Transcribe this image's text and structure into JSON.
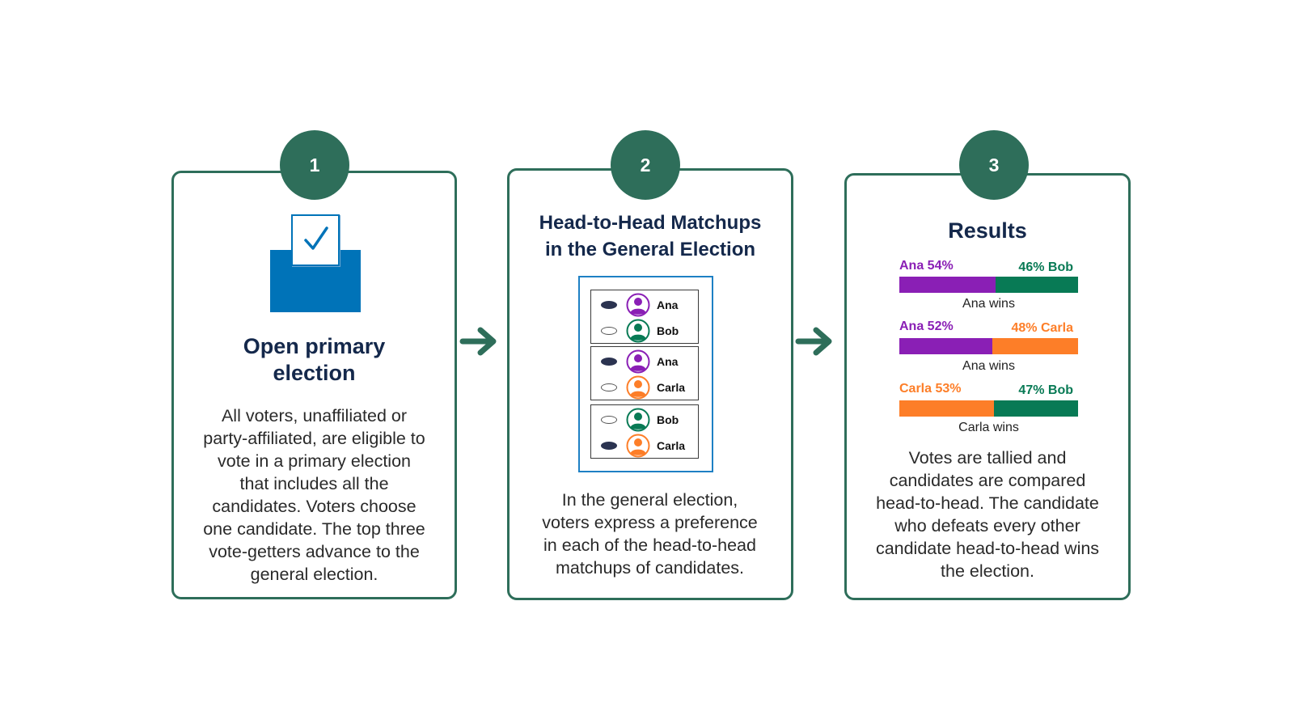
{
  "colors": {
    "frame": "#2e6e5a",
    "title": "#14284b",
    "ana": "#8a1fb5",
    "bob": "#087a55",
    "carla": "#fd7e28",
    "ballot_blue": "#0073b8"
  },
  "step1": {
    "number": "1",
    "title_line1": "Open primary",
    "title_line2": "election",
    "desc_lines": [
      "All voters, unaffiliated or",
      "party-affiliated, are eligible to",
      "vote in a primary election",
      "that includes all the",
      "candidates. Voters choose",
      "one candidate. The top three",
      "vote-getters advance to the",
      "general election."
    ],
    "icon": "ballot-box-icon"
  },
  "step2": {
    "number": "2",
    "title_line1": "Head-to-Head Matchups",
    "title_line2": "in the General Election",
    "matchups": [
      [
        {
          "name": "Ana",
          "selected": true,
          "color": "#8a1fb5"
        },
        {
          "name": "Bob",
          "selected": false,
          "color": "#087a55"
        }
      ],
      [
        {
          "name": "Ana",
          "selected": true,
          "color": "#8a1fb5"
        },
        {
          "name": "Carla",
          "selected": false,
          "color": "#fd7e28"
        }
      ],
      [
        {
          "name": "Bob",
          "selected": false,
          "color": "#087a55"
        },
        {
          "name": "Carla",
          "selected": true,
          "color": "#fd7e28"
        }
      ]
    ],
    "desc_lines": [
      "In the general election,",
      "voters express a preference",
      "in each of the head-to-head",
      "matchups of candidates."
    ]
  },
  "step3": {
    "number": "3",
    "title": "Results",
    "results": [
      {
        "left_label": "Ana 54%",
        "left_pct": 54,
        "left_color": "#8a1fb5",
        "right_label": "46% Bob",
        "right_pct": 46,
        "right_color": "#087a55",
        "winner": "Ana wins"
      },
      {
        "left_label": "Ana 52%",
        "left_pct": 52,
        "left_color": "#8a1fb5",
        "right_label": "48% Carla",
        "right_pct": 48,
        "right_color": "#fd7e28",
        "winner": "Ana wins"
      },
      {
        "left_label": "Carla 53%",
        "left_pct": 53,
        "left_color": "#fd7e28",
        "right_label": "47% Bob",
        "right_pct": 47,
        "right_color": "#087a55",
        "winner": "Carla wins"
      }
    ],
    "desc_lines": [
      "Votes are tallied and",
      "candidates are compared",
      "head-to-head. The candidate",
      "who defeats every other",
      "candidate head-to-head wins",
      "the election."
    ]
  }
}
